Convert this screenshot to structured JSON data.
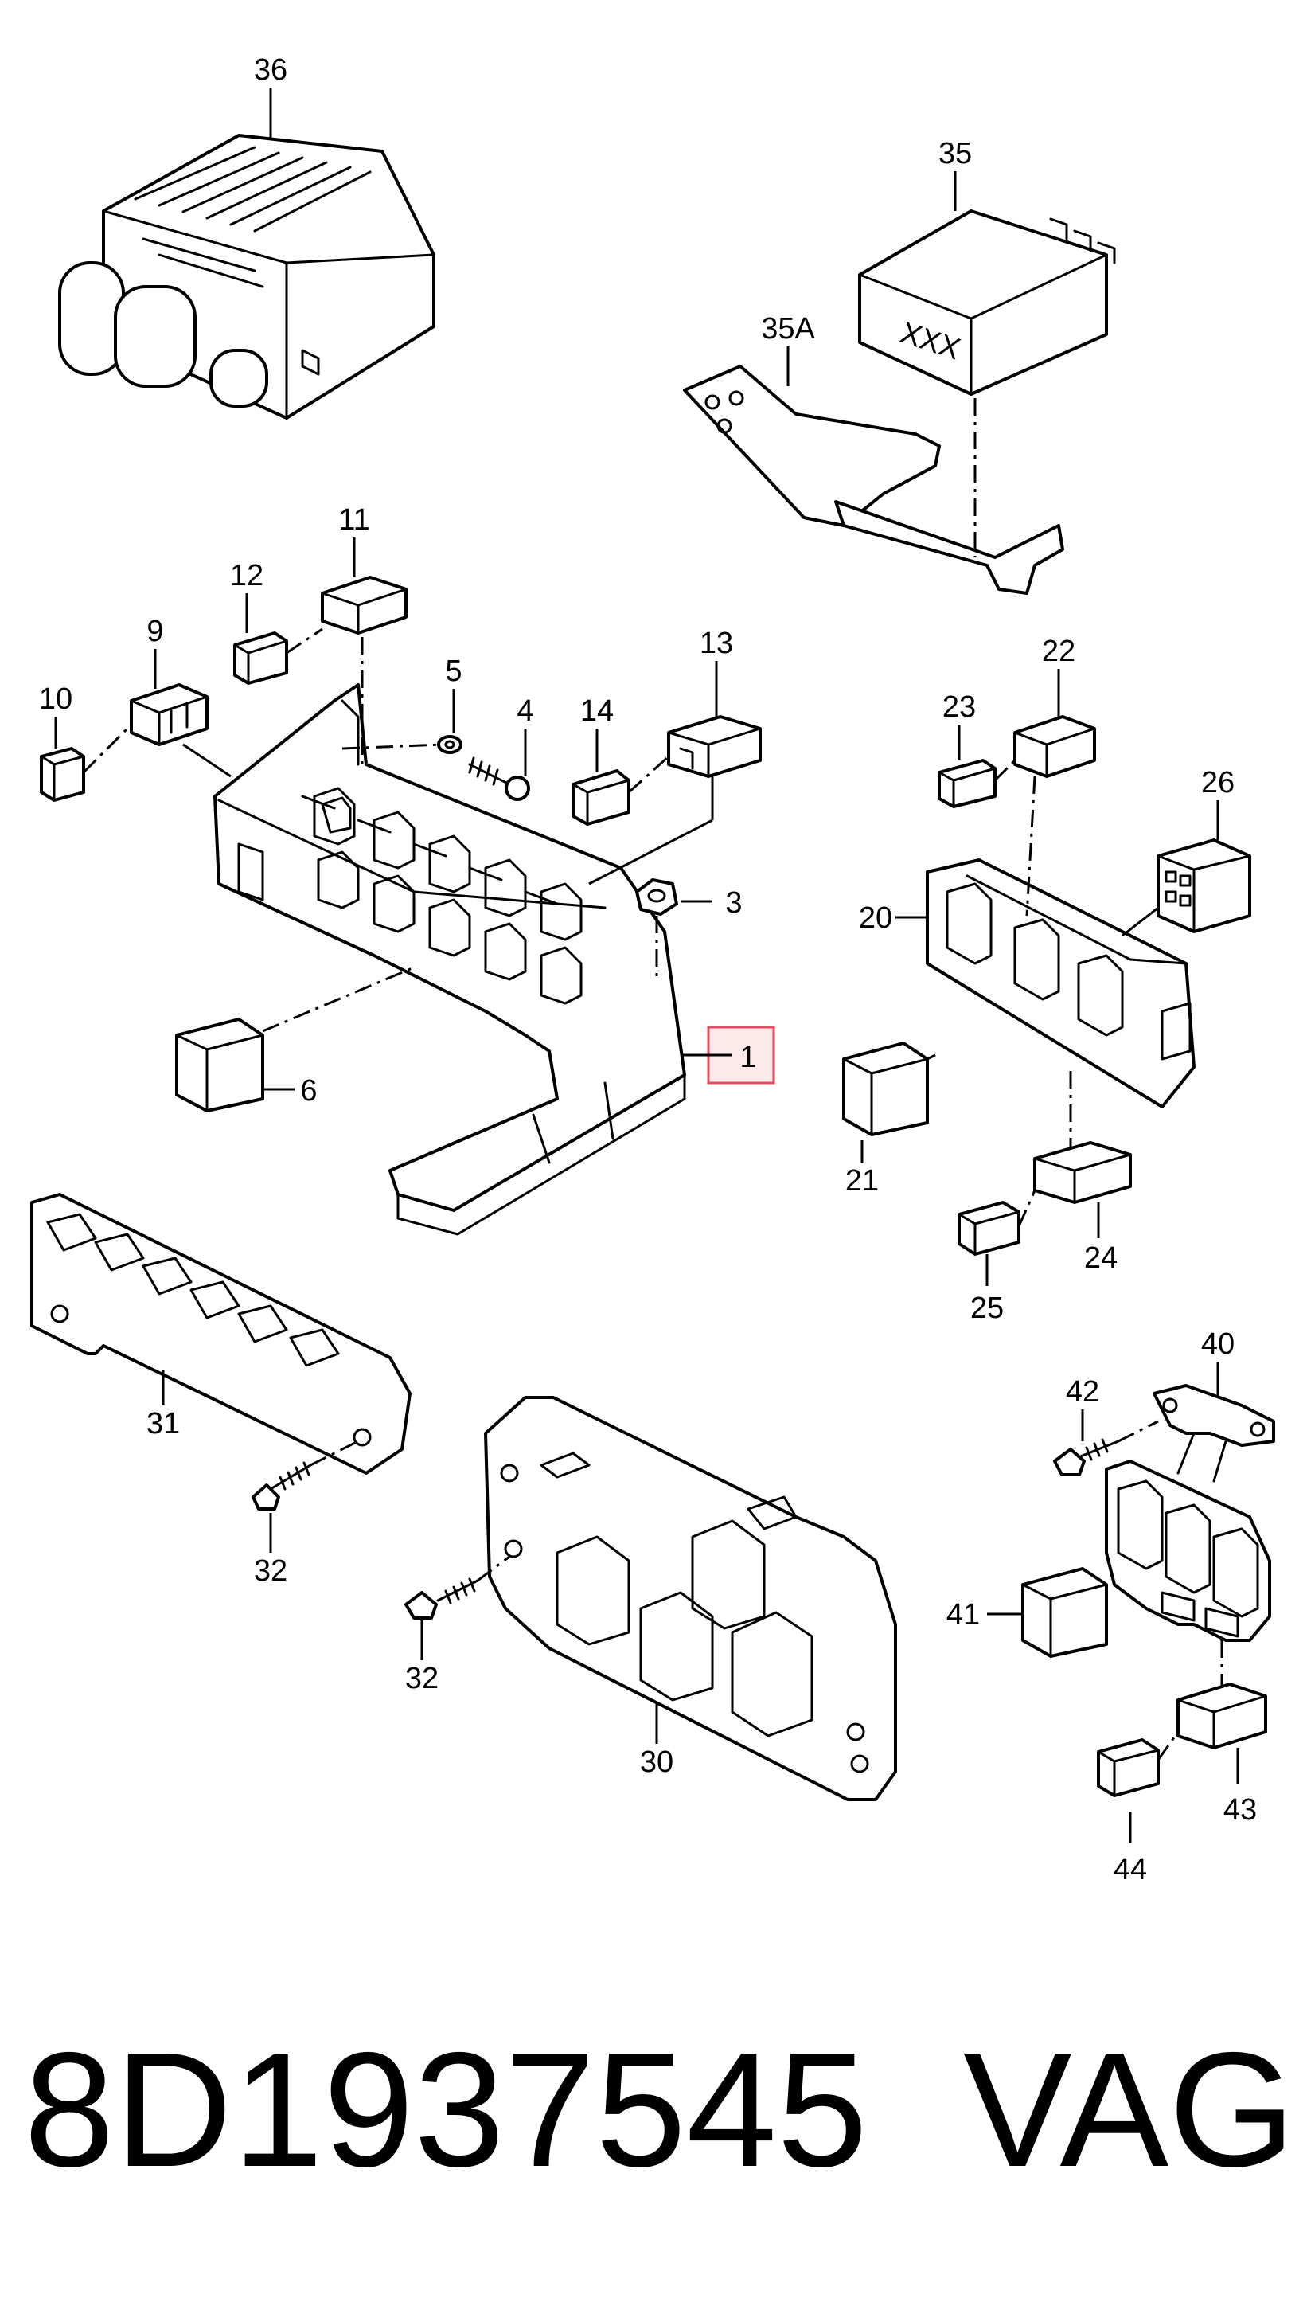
{
  "footer": {
    "part_number": "8D1937545",
    "brand": "VAG"
  },
  "highlight": {
    "color": "#e64d5e",
    "fill": "#fde8ea",
    "callout": "1"
  },
  "callouts": {
    "c1": "1",
    "c3": "3",
    "c4": "4",
    "c5": "5",
    "c6": "6",
    "c9": "9",
    "c10": "10",
    "c11": "11",
    "c12": "12",
    "c13": "13",
    "c14": "14",
    "c20": "20",
    "c21": "21",
    "c22": "22",
    "c23": "23",
    "c24": "24",
    "c25": "25",
    "c26": "26",
    "c30": "30",
    "c31": "31",
    "c32a": "32",
    "c32b": "32",
    "c35": "35",
    "c35A": "35A",
    "c36": "36",
    "c40": "40",
    "c41": "41",
    "c42": "42",
    "c43": "43",
    "c44": "44"
  },
  "labels": {
    "relay_marking": "XXX"
  }
}
